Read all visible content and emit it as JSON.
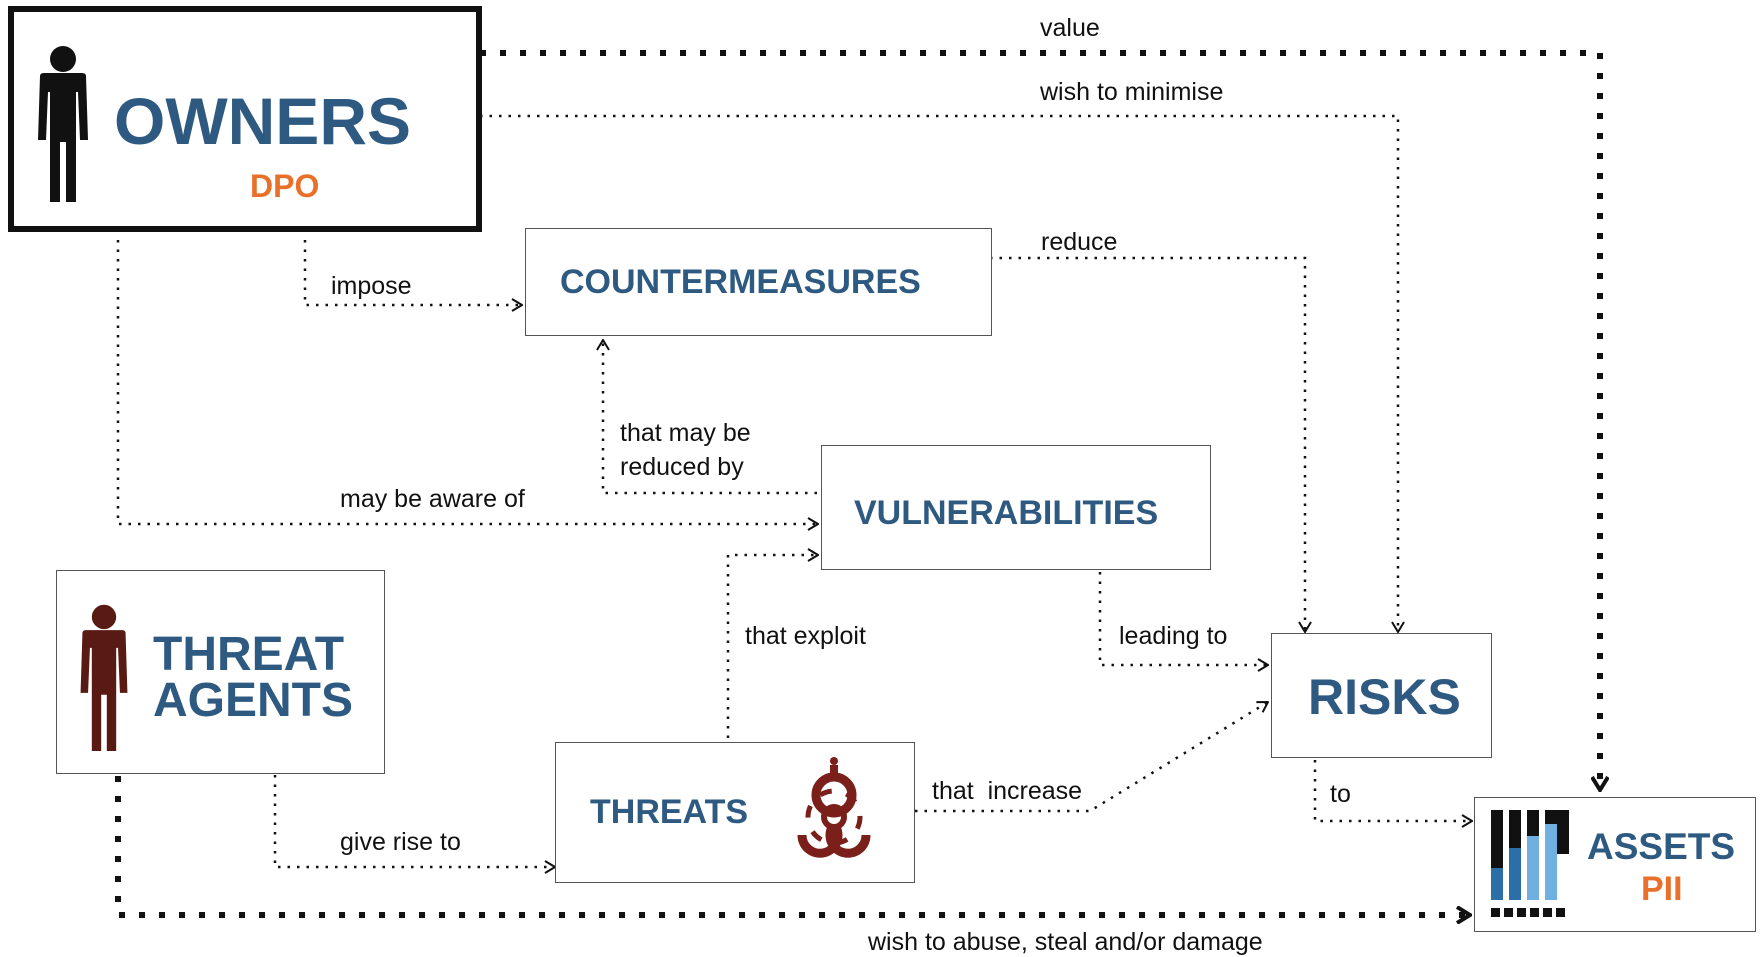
{
  "nodes": {
    "owners": {
      "title": "OWNERS",
      "subtitle": "DPO"
    },
    "countermeasures": {
      "title": "COUNTERMEASURES"
    },
    "vulnerabilities": {
      "title": "VULNERABILITIES"
    },
    "threat_agents": {
      "title_line1": "THREAT",
      "title_line2": "AGENTS"
    },
    "threats": {
      "title": "THREATS"
    },
    "risks": {
      "title": "RISKS"
    },
    "assets": {
      "title": "ASSETS",
      "subtitle": "PII"
    }
  },
  "edges": {
    "value": "value",
    "wish_to_minimise": "wish to minimise",
    "impose": "impose",
    "reduce": "reduce",
    "that_may_be_line1": "that may be",
    "that_may_be_line2": "reduced by",
    "may_be_aware_of": "may be aware of",
    "that_exploit": "that exploit",
    "leading_to": "leading to",
    "that_increase": "that  increase",
    "to": "to",
    "give_rise_to": "give rise to",
    "wish_to_abuse": "wish to abuse, steal and/or damage"
  },
  "colors": {
    "title_blue": "#2e5a82",
    "accent_orange": "#e8702a",
    "owner_figure": "#111111",
    "threat_figure": "#5a1a14",
    "biohazard": "#7a1f1a",
    "bar_light_blue": "#6fb0e0",
    "bar_dark_blue": "#2c6fa8"
  },
  "icons": {
    "owner": "person-icon",
    "threat_agent": "person-icon",
    "threats": "biohazard-icon",
    "assets": "server-bars-icon"
  }
}
